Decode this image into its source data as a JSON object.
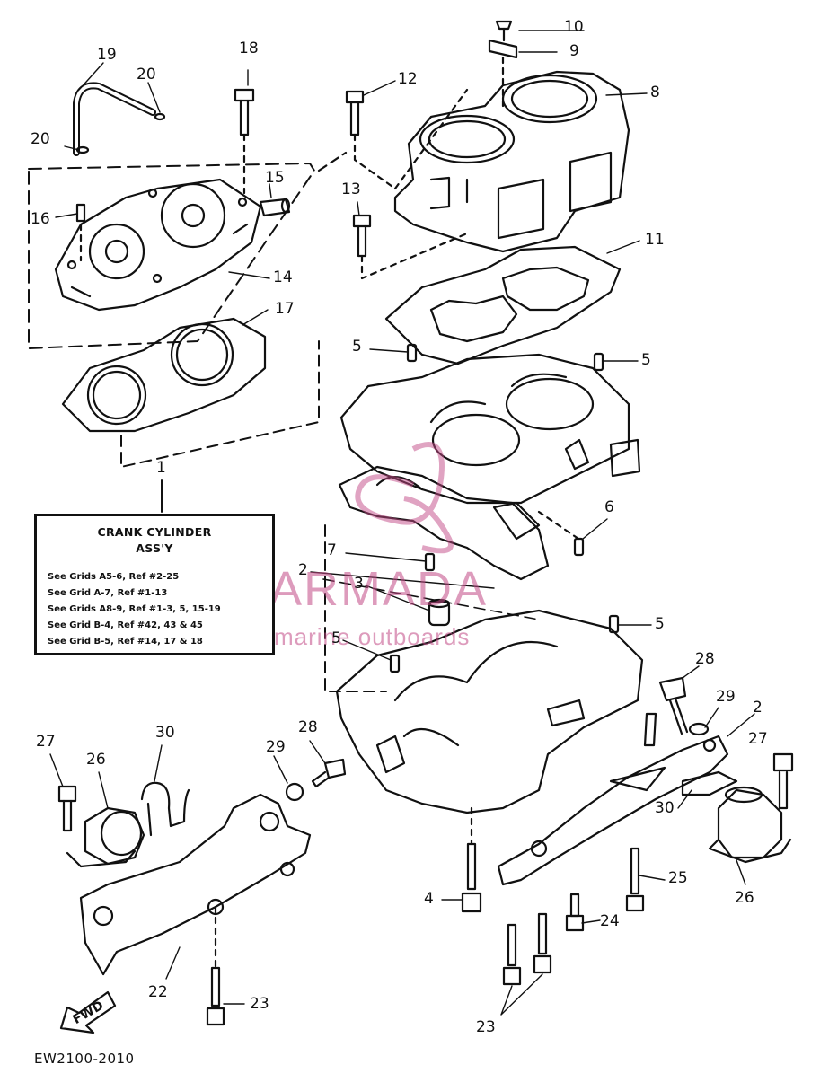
{
  "diagram": {
    "code": "EW2100-2010",
    "fwd_label": "FWD"
  },
  "watermark": {
    "brand": "ARMADA",
    "tagline": "marine outboards"
  },
  "infobox": {
    "title_line1": "CRANK CYLINDER",
    "title_line2": "ASS'Y",
    "refs": [
      "See Grids A5-6, Ref #2-25",
      "See Grid A-7, Ref #1-13",
      "See Grids A8-9, Ref #1-3, 5, 15-19",
      "See Grid B-4, Ref #42, 43 & 45",
      "See Grid B-5, Ref #14, 17 & 18"
    ]
  },
  "callouts": [
    "10",
    "9",
    "8",
    "12",
    "18",
    "19",
    "20",
    "20",
    "15",
    "16",
    "13",
    "11",
    "14",
    "17",
    "5",
    "5",
    "6",
    "7",
    "2",
    "3",
    "5",
    "5",
    "28",
    "29",
    "2",
    "27",
    "30",
    "26",
    "27",
    "28",
    "29",
    "30",
    "26",
    "4",
    "25",
    "24",
    "22",
    "23",
    "23",
    "1"
  ],
  "colors": {
    "ink": "#111111",
    "watermark": "#c24a86"
  }
}
